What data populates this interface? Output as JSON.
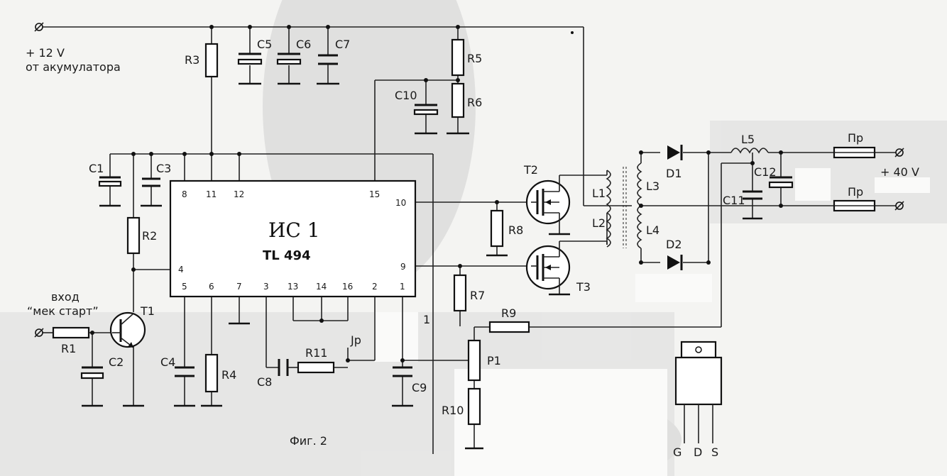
{
  "supply": {
    "voltage": "+ 12 V",
    "source": "от акумулатора"
  },
  "input": {
    "label_top": "вход",
    "label_bottom": "“мек старт”"
  },
  "output": {
    "voltage": "+ 40 V"
  },
  "ic": {
    "name": "ИС 1",
    "part": "TL 494",
    "pins_top": [
      "8",
      "11",
      "12",
      "15"
    ],
    "pins_bottom": [
      "5",
      "6",
      "7",
      "3",
      "13",
      "14",
      "16",
      "2",
      "1"
    ],
    "pin_4": "4",
    "pin_10": "10",
    "pin_9": "9"
  },
  "components": {
    "R1": "R1",
    "R2": "R2",
    "R3": "R3",
    "R4": "R4",
    "R5": "R5",
    "R6": "R6",
    "R7": "R7",
    "R8": "R8",
    "R9": "R9",
    "R10": "R10",
    "R11": "R11",
    "C1": "C1",
    "C2": "C2",
    "C3": "C3",
    "C4": "C4",
    "C5": "C5",
    "C6": "C6",
    "C7": "C7",
    "C8": "C8",
    "C9": "C9",
    "C10": "C10",
    "C11": "C11",
    "C12": "C12",
    "T1": "T1",
    "T2": "T2",
    "T3": "T3",
    "L1": "L1",
    "L2": "L2",
    "L3": "L3",
    "L4": "L4",
    "L5": "L5",
    "D1": "D1",
    "D2": "D2",
    "P1": "P1",
    "Jp": "Jp",
    "wire1": "1",
    "fuse": "Пр"
  },
  "package_pins": [
    "G",
    "D",
    "S"
  ],
  "caption": "Фиг. 2"
}
